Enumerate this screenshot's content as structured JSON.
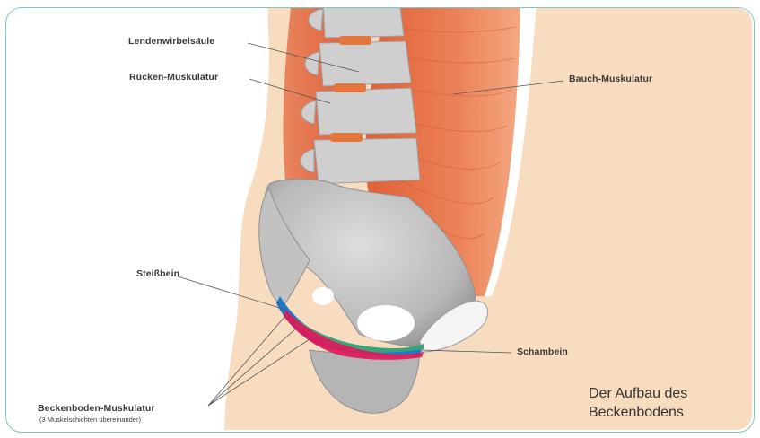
{
  "labels": {
    "lendenwirbelsaeule": "Lendenwirbelsäule",
    "ruecken_muskulatur": "Rücken-Muskulatur",
    "bauch_muskulatur": "Bauch-Muskulatur",
    "steissbein": "Steißbein",
    "schambein": "Schambein",
    "beckenboden_muskulatur": "Beckenboden-Muskulatur",
    "beckenboden_sub": "(3 Muskelschichten übereinander)"
  },
  "caption": {
    "line1": "Der Aufbau des",
    "line2": "Beckenbodens"
  },
  "colors": {
    "frame": "#7fc7c2",
    "skin": "#f8dcc0",
    "muscle": "#e8774e",
    "bone": "#c7c7c7",
    "bone_dark": "#9a9a9a",
    "pelvic_floor_blue": "#1f78c8",
    "pelvic_floor_green": "#3aa37a",
    "pelvic_floor_red": "#e0195a"
  }
}
